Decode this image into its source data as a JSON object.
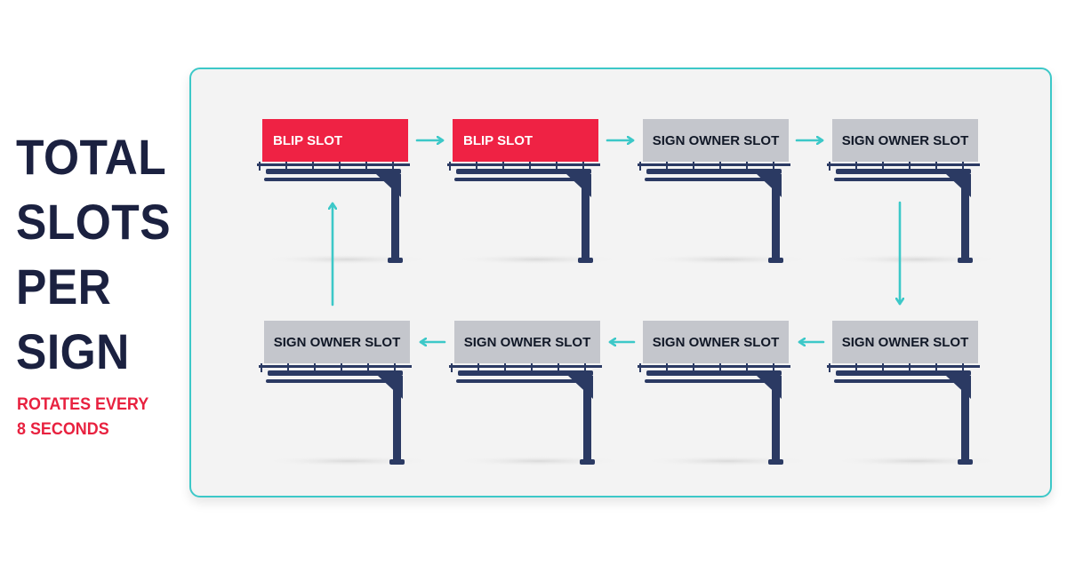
{
  "headline": [
    "TOTAL",
    "SLOTS",
    "PER",
    "SIGN"
  ],
  "subheadline": [
    "ROTATES EVERY",
    "8 SECONDS"
  ],
  "slots": [
    {
      "label": "BLIP SLOT",
      "kind": "blip"
    },
    {
      "label": "BLIP SLOT",
      "kind": "blip"
    },
    {
      "label": "SIGN OWNER SLOT",
      "kind": "owner"
    },
    {
      "label": "SIGN OWNER SLOT",
      "kind": "owner"
    },
    {
      "label": "SIGN OWNER SLOT",
      "kind": "owner"
    },
    {
      "label": "SIGN OWNER SLOT",
      "kind": "owner"
    },
    {
      "label": "SIGN OWNER SLOT",
      "kind": "owner"
    },
    {
      "label": "SIGN OWNER SLOT",
      "kind": "owner"
    }
  ],
  "colors": {
    "navy": "#1b2140",
    "accent_red": "#ef2244",
    "teal": "#3cc8c8",
    "slot_gray": "#c4c6cc",
    "structure": "#2b3a63"
  }
}
